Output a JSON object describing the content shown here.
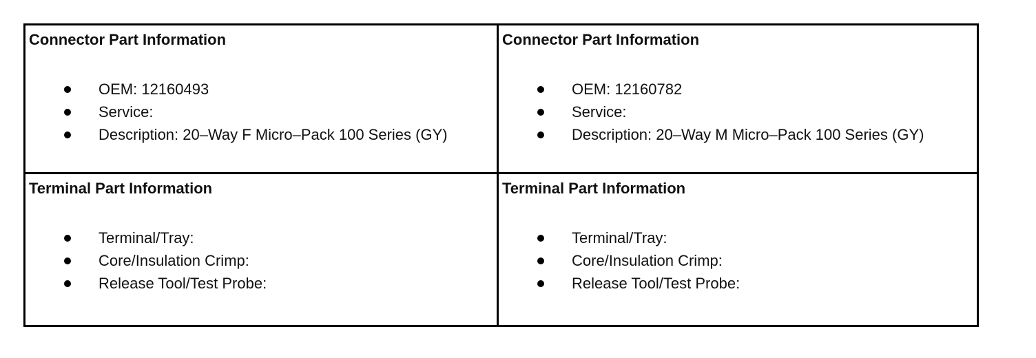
{
  "table": {
    "connector_row": [
      {
        "heading": "Connector Part Information",
        "items": [
          "OEM: 12160493",
          "Service:",
          "Description: 20–Way F Micro–Pack 100 Series (GY)"
        ]
      },
      {
        "heading": "Connector Part Information",
        "items": [
          "OEM: 12160782",
          "Service:",
          "Description: 20–Way M Micro–Pack 100 Series (GY)"
        ]
      }
    ],
    "terminal_row": [
      {
        "heading": "Terminal Part Information",
        "items": [
          "Terminal/Tray:",
          "Core/Insulation Crimp:",
          "Release Tool/Test Probe:"
        ]
      },
      {
        "heading": "Terminal Part Information",
        "items": [
          "Terminal/Tray:",
          "Core/Insulation Crimp:",
          "Release Tool/Test Probe:"
        ]
      }
    ]
  }
}
